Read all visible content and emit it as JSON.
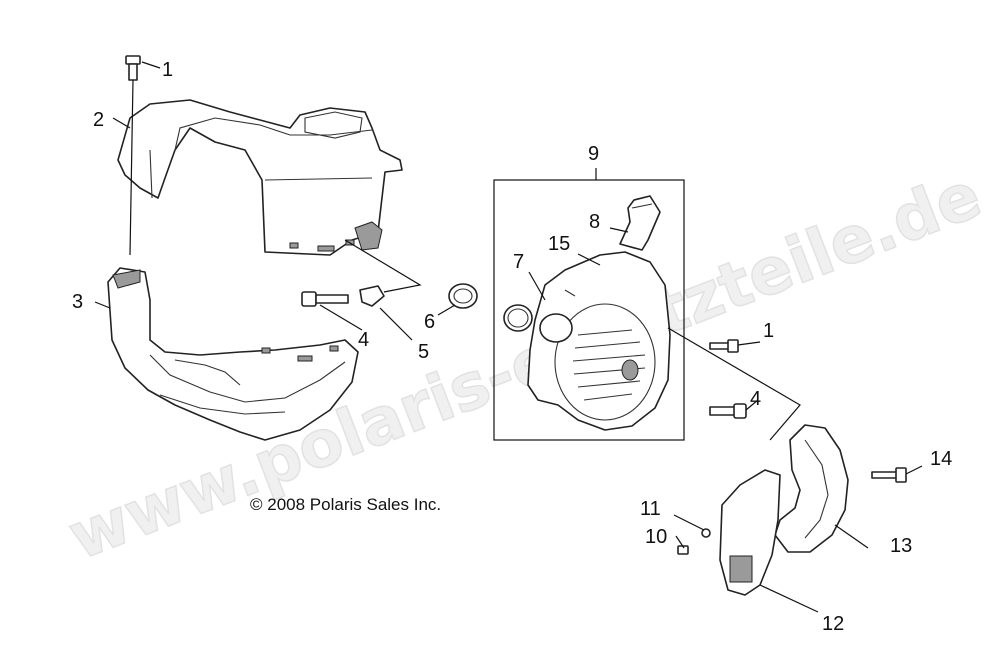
{
  "watermark": "www.polaris-ersatzteile.de",
  "copyright": "© 2008 Polaris Sales Inc.",
  "callouts": {
    "c1a": "1",
    "c2": "2",
    "c3": "3",
    "c4a": "4",
    "c5": "5",
    "c6": "6",
    "c7": "7",
    "c8": "8",
    "c9": "9",
    "c15": "15",
    "c1b": "1",
    "c4b": "4",
    "c14": "14",
    "c11": "11",
    "c10": "10",
    "c13": "13",
    "c12": "12"
  }
}
